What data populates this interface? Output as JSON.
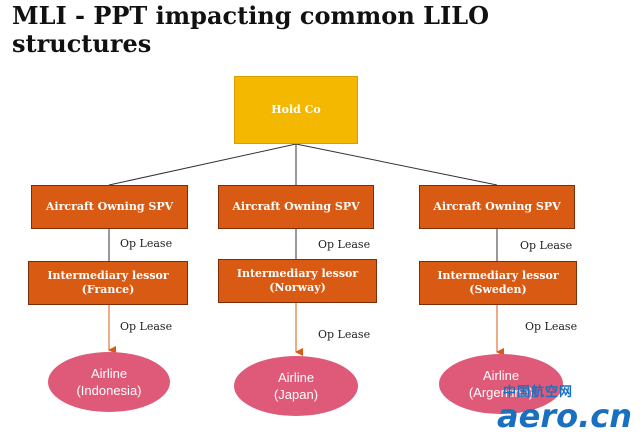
{
  "title": "MLI - PPT impacting common LILO structures",
  "hold_co": "Hold Co",
  "columns": [
    {
      "spv": "Aircraft Owning SPV",
      "lease1": "Op Lease",
      "lessor_title": "Intermediary lessor",
      "lessor_country": "(France)",
      "lease2": "Op Lease",
      "airline_name": "Airline",
      "airline_country": "(Indonesia)"
    },
    {
      "spv": "Aircraft Owning SPV",
      "lease1": "Op Lease",
      "lessor_title": "Intermediary lessor",
      "lessor_country": "(Norway)",
      "lease2": "Op Lease",
      "airline_name": "Airline",
      "airline_country": "(Japan)"
    },
    {
      "spv": "Aircraft Owning SPV",
      "lease1": "Op Lease",
      "lessor_title": "Intermediary lessor",
      "lessor_country": "(Sweden)",
      "lease2": "Op Lease",
      "airline_name": "Airline",
      "airline_country": "(Argentina)"
    }
  ],
  "watermark": {
    "cn": "中国航空网",
    "en": "aero.cn"
  },
  "colors": {
    "hold_fill": "#f5b800",
    "box_fill": "#d95a13",
    "box_border": "#7a2d06",
    "airline_fill": "#de5a78",
    "watermark": "#1a70c0"
  }
}
